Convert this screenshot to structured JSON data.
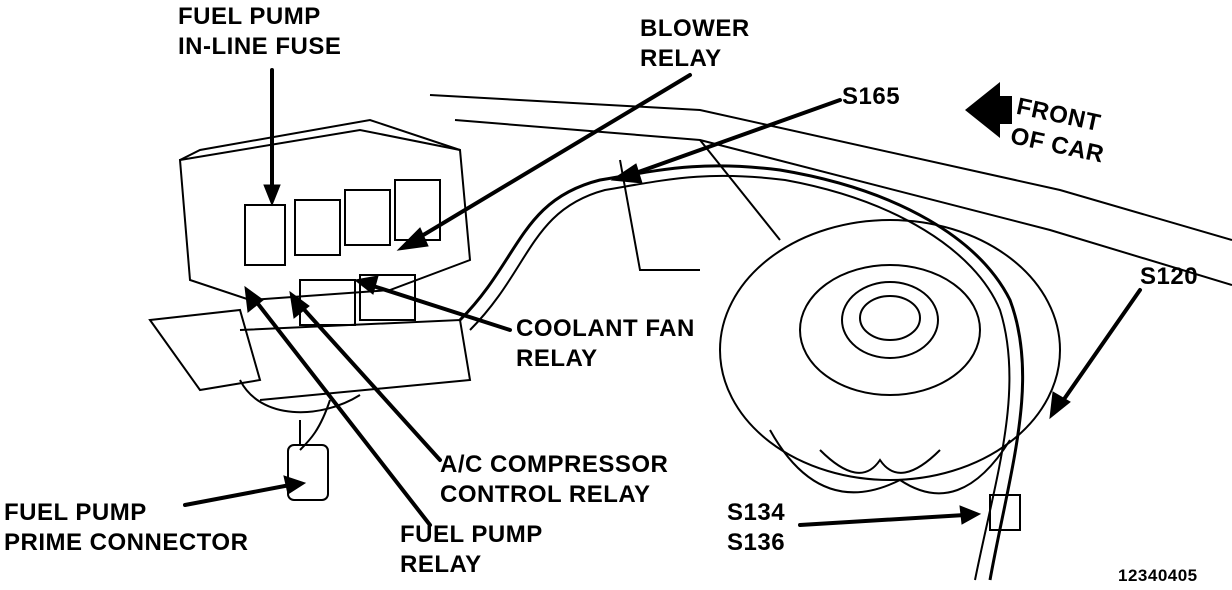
{
  "labels": {
    "fuel_pump_fuse": [
      "FUEL PUMP",
      "IN-LINE FUSE"
    ],
    "blower_relay": [
      "BLOWER",
      "RELAY"
    ],
    "s165": "S165",
    "front_of_car": [
      "FRONT",
      "OF CAR"
    ],
    "s120": "S120",
    "coolant_fan_relay": [
      "COOLANT FAN",
      "RELAY"
    ],
    "ac_relay": [
      "A/C COMPRESSOR",
      "CONTROL RELAY"
    ],
    "prime_connector": [
      "FUEL PUMP",
      "PRIME CONNECTOR"
    ],
    "fuel_pump_relay": [
      "FUEL PUMP",
      "RELAY"
    ],
    "s134_s136": [
      "S134",
      "S136"
    ],
    "figure_number": "12340405"
  }
}
